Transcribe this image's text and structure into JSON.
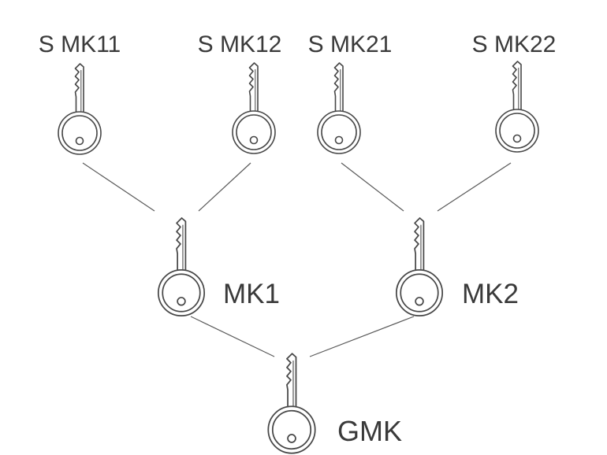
{
  "diagram": {
    "type": "tree",
    "nodes": {
      "smk11": {
        "label": "S MK11"
      },
      "smk12": {
        "label": "S MK12"
      },
      "smk21": {
        "label": "S MK21"
      },
      "smk22": {
        "label": "S MK22"
      },
      "mk1": {
        "label": "MK1"
      },
      "mk2": {
        "label": "MK2"
      },
      "gmk": {
        "label": "GMK"
      }
    },
    "edges": [
      {
        "from": "smk11",
        "to": "mk1"
      },
      {
        "from": "smk12",
        "to": "mk1"
      },
      {
        "from": "smk21",
        "to": "mk2"
      },
      {
        "from": "smk22",
        "to": "mk2"
      },
      {
        "from": "mk1",
        "to": "gmk"
      },
      {
        "from": "mk2",
        "to": "gmk"
      }
    ],
    "colors": {
      "background": "#ffffff",
      "key_outline": "#474747",
      "edge_line": "#5a5a5a",
      "text": "#3a3a3a"
    }
  }
}
